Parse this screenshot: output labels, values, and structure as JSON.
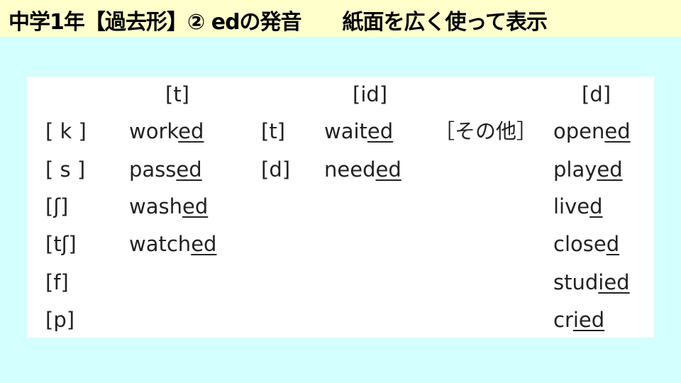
{
  "header": {
    "title": "中学1年【過去形】② edの発音　　紙面を広く使って表示"
  },
  "columns": {
    "t": {
      "heading": "[t]",
      "sounds": [
        "[ k ]",
        "[ s ]",
        "[ʃ]",
        "[tʃ]",
        "[f]",
        "[p]"
      ],
      "words": [
        {
          "stem": "work",
          "ending": "ed"
        },
        {
          "stem": "pass",
          "ending": "ed"
        },
        {
          "stem": "wash",
          "ending": "ed"
        },
        {
          "stem": "watch",
          "ending": "ed"
        }
      ]
    },
    "id": {
      "heading": "[id]",
      "sounds": [
        "[t]",
        "[d]"
      ],
      "words": [
        {
          "stem": "wait",
          "ending": "ed"
        },
        {
          "stem": "need",
          "ending": "ed"
        }
      ]
    },
    "d": {
      "heading": "[d]",
      "sounds": [
        "［その他］"
      ],
      "words": [
        {
          "stem": "open",
          "ending": "ed"
        },
        {
          "stem": "play",
          "ending": "ed"
        },
        {
          "stem": "live",
          "ending": "d"
        },
        {
          "stem": "close",
          "ending": "d"
        },
        {
          "stem": "stud",
          "ending": "ied"
        },
        {
          "stem": "cr",
          "ending": "ied"
        }
      ]
    }
  }
}
